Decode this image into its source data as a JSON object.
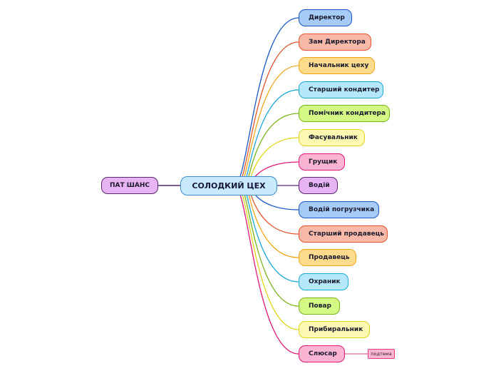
{
  "root": {
    "label": "СОЛОДКИЙ  ЦЕХ"
  },
  "parent": {
    "label": "ПАТ ШАНС",
    "color": "#5a2870"
  },
  "children": [
    {
      "label": "Директор",
      "fill": "#a6cbf7",
      "stroke": "#1a57c7"
    },
    {
      "label": "Зам Директора",
      "fill": "#f9b9a8",
      "stroke": "#e4542a"
    },
    {
      "label": "Начальник цеху",
      "fill": "#fcdb8d",
      "stroke": "#f0a81a"
    },
    {
      "label": "Старший кондитер",
      "fill": "#b5e8fa",
      "stroke": "#1aa8d8"
    },
    {
      "label": "Помічник кондитера",
      "fill": "#d3f884",
      "stroke": "#7ab31c"
    },
    {
      "label": "Фасувальник",
      "fill": "#fdf9b2",
      "stroke": "#e0d41a"
    },
    {
      "label": "Грущик",
      "fill": "#fbb4d2",
      "stroke": "#e01a78"
    },
    {
      "label": "Водій",
      "fill": "#e7b3f3",
      "stroke": "#5a2870"
    },
    {
      "label": "Водій погрузчика",
      "fill": "#a6cbf7",
      "stroke": "#1a57c7"
    },
    {
      "label": "Старший продавець",
      "fill": "#f9b9a8",
      "stroke": "#e4542a"
    },
    {
      "label": "Продавець",
      "fill": "#fcdb8d",
      "stroke": "#f0a81a"
    },
    {
      "label": "Охраник",
      "fill": "#b5e8fa",
      "stroke": "#1aa8d8"
    },
    {
      "label": "Повар",
      "fill": "#d3f884",
      "stroke": "#7ab31c"
    },
    {
      "label": "Прибиральник",
      "fill": "#fdf9b2",
      "stroke": "#e0d41a"
    },
    {
      "label": "Слюсар",
      "fill": "#fbb4d2",
      "stroke": "#e01a78"
    }
  ],
  "subtopic": {
    "label": "подтема",
    "attached_to": "Слюсар",
    "color": "#e0407f"
  }
}
